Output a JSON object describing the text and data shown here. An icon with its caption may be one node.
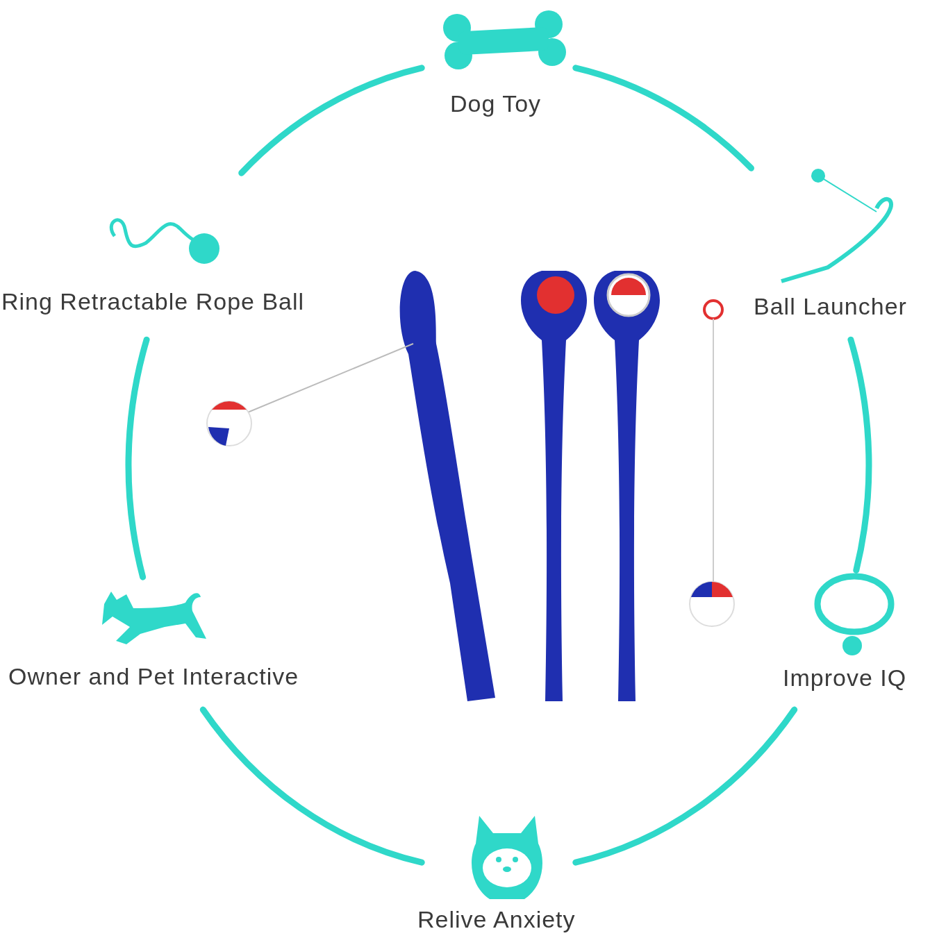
{
  "diagram": {
    "labels": [
      "Dog Toy",
      "Ring Retractable Rope Ball",
      "Ball Launcher",
      "Owner and Pet Interactive",
      "Improve IQ",
      "Relive Anxiety"
    ]
  }
}
